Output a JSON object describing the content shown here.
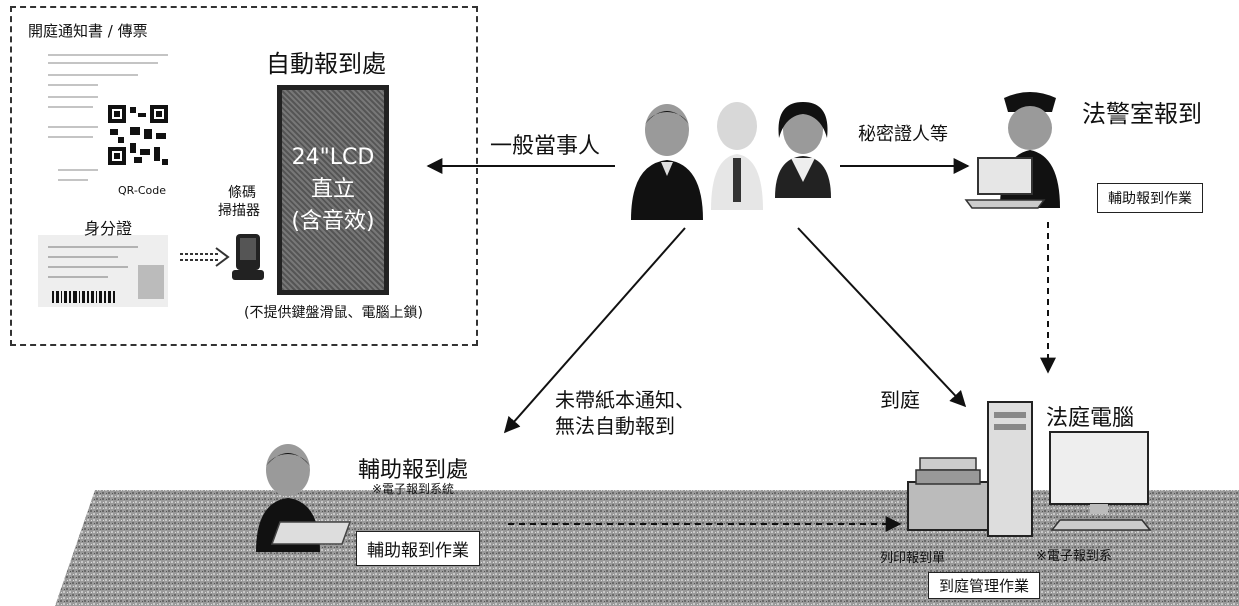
{
  "kiosk_area": {
    "notice_title": "開庭通知書 / 傳票",
    "qr_label": "QR-Code",
    "id_card_label": "身分證",
    "scanner_label_line1": "條碼",
    "scanner_label_line2": "掃描器",
    "kiosk_title": "自動報到處",
    "lcd_line1": "24\"LCD",
    "lcd_line2": "直立",
    "lcd_line3": "(含音效)",
    "lcd_note": "(不提供鍵盤滑鼠、電腦上鎖)"
  },
  "flows": {
    "general_party": "一般當事人",
    "secret_witness": "秘密證人等",
    "no_paper_line1": "未帶紙本通知、",
    "no_paper_line2": "無法自動報到",
    "to_court": "到庭"
  },
  "police_room": {
    "title": "法警室報到",
    "task": "輔助報到作業"
  },
  "assist_desk": {
    "title": "輔助報到處",
    "subtitle": "※電子報到系統",
    "task": "輔助報到作業"
  },
  "court_pc": {
    "title": "法庭電腦",
    "print_label": "列印報到單",
    "system_label": "※電子報到系",
    "task": "到庭管理作業"
  }
}
